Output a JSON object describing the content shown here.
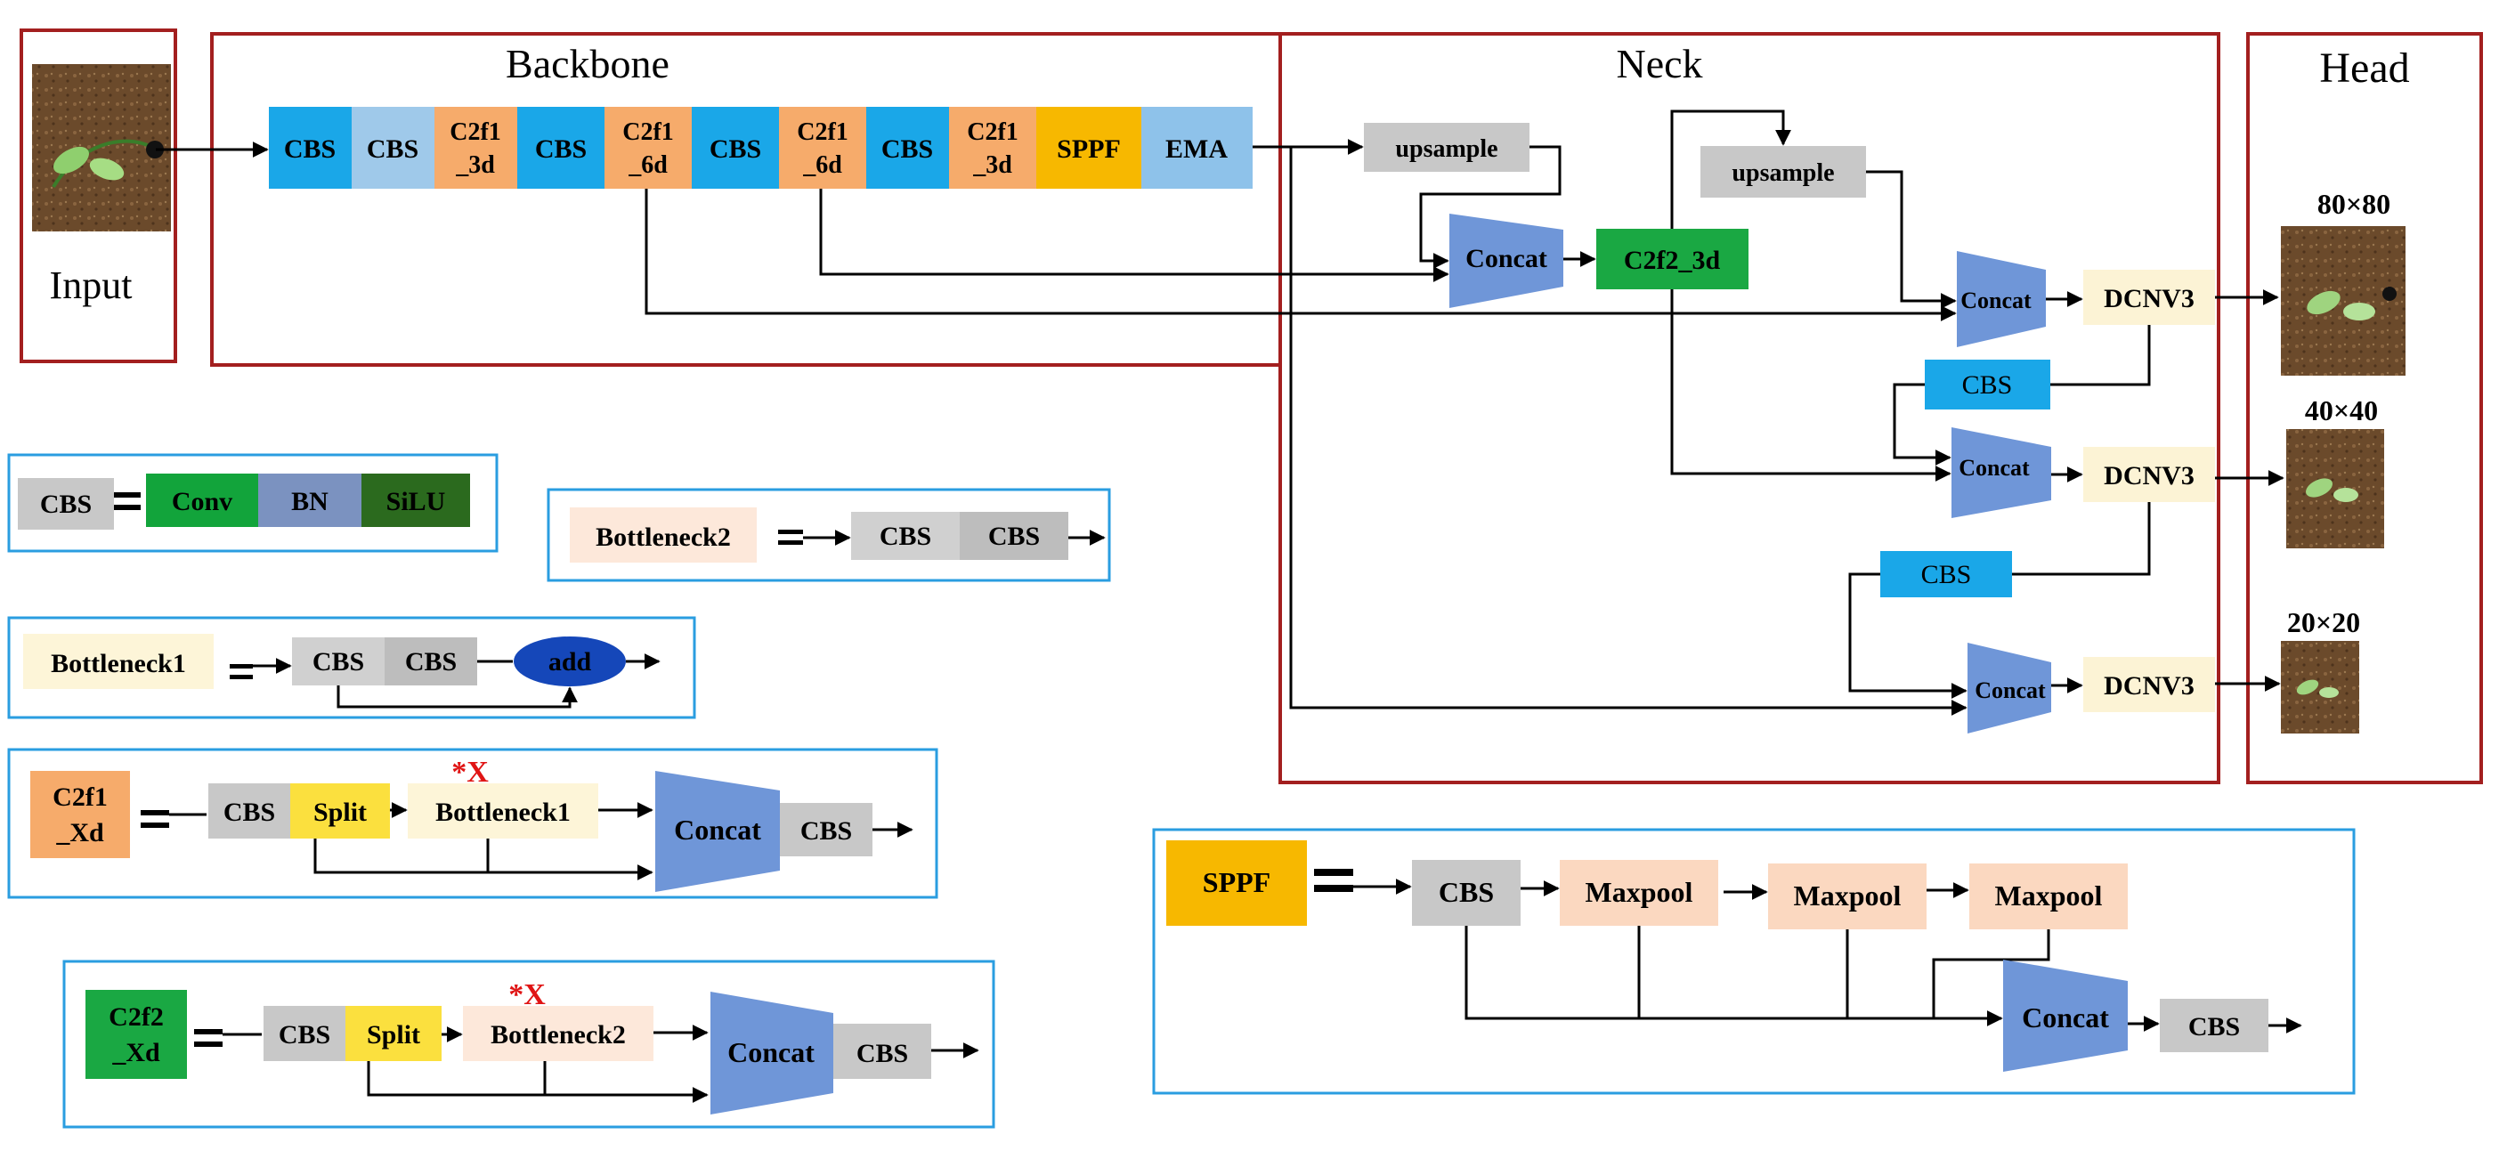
{
  "colors": {
    "cbs_blue": "#1aa7e8",
    "cbs_light": "#9fc9ea",
    "cbs_gray": "#c8c8c8",
    "c2f1_orange": "#f6ab6b",
    "sppf_yellow": "#f7b800",
    "ema_blue": "#8ec2ea",
    "c2f2_green": "#1aa843",
    "concat_blue": "#6f96d8",
    "dcnv_cream": "#fcf3d5",
    "bottleneck1_cream": "#fdf5d8",
    "bottleneck2_peach": "#fde8da",
    "maxpool_peach": "#fbd8c0",
    "split_yellow": "#fbe03e",
    "add_blue": "#1547b9",
    "conv_green": "#12a43b",
    "bn_blue": "#7b92c0",
    "silu_green": "#2b6a1e",
    "red_frame": "#a31f1f",
    "blue_frame": "#2a9de0",
    "red_text": "#e01414"
  },
  "sections": {
    "input": "Input",
    "backbone": "Backbone",
    "neck": "Neck",
    "head": "Head"
  },
  "backbone": {
    "blocks": [
      {
        "label": "CBS"
      },
      {
        "label": "CBS"
      },
      {
        "label": "C2f1",
        "label2": "_3d"
      },
      {
        "label": "CBS"
      },
      {
        "label": "C2f1",
        "label2": "_6d"
      },
      {
        "label": "CBS"
      },
      {
        "label": "C2f1",
        "label2": "_6d"
      },
      {
        "label": "CBS"
      },
      {
        "label": "C2f1",
        "label2": "_3d"
      },
      {
        "label": "SPPF"
      },
      {
        "label": "EMA"
      }
    ]
  },
  "neck": {
    "upsample1": "upsample",
    "upsample2": "upsample",
    "concat": [
      "Concat",
      "Concat",
      "Concat",
      "Concat"
    ],
    "c2f2": "C2f2_3d",
    "dcnv": [
      "DCNV3",
      "DCNV3",
      "DCNV3"
    ],
    "cbs": [
      "CBS",
      "CBS"
    ]
  },
  "head": {
    "scales": [
      "80×80",
      "40×40",
      "20×20"
    ]
  },
  "legend": {
    "cbs_def": {
      "name": "CBS",
      "parts": [
        "Conv",
        "BN",
        "SiLU"
      ]
    },
    "bottleneck2_def": {
      "name": "Bottleneck2",
      "parts": [
        "CBS",
        "CBS"
      ]
    },
    "bottleneck1_def": {
      "name": "Bottleneck1",
      "parts": [
        "CBS",
        "CBS"
      ],
      "add": "add"
    },
    "c2f1_def": {
      "name": "C2f1",
      "name2": "_Xd",
      "cbs": "CBS",
      "split": "Split",
      "multiplier": "*X",
      "bottleneck": "Bottleneck1",
      "concat": "Concat",
      "cbs_out": "CBS"
    },
    "c2f2_def": {
      "name": "C2f2",
      "name2": "_Xd",
      "cbs": "CBS",
      "split": "Split",
      "multiplier": "*X",
      "bottleneck": "Bottleneck2",
      "concat": "Concat",
      "cbs_out": "CBS"
    },
    "sppf_def": {
      "name": "SPPF",
      "cbs": "CBS",
      "maxpool": [
        "Maxpool",
        "Maxpool",
        "Maxpool"
      ],
      "concat": "Concat",
      "cbs_out": "CBS"
    }
  }
}
